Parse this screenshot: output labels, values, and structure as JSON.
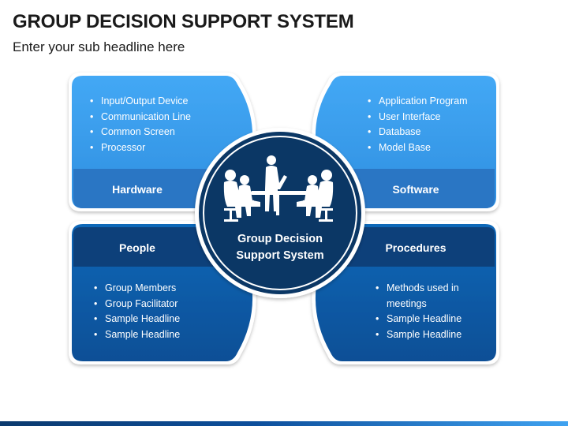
{
  "header": {
    "title": "GROUP DECISION SUPPORT SYSTEM",
    "subtitle": "Enter your sub headline here"
  },
  "center": {
    "line1": "Group Decision",
    "line2": "Support System",
    "icon": "meeting-people-icon"
  },
  "quadrants": {
    "hardware": {
      "label": "Hardware",
      "items": [
        "Input/Output Device",
        "Communication Line",
        "Common Screen",
        "Processor"
      ]
    },
    "software": {
      "label": "Software",
      "items": [
        "Application Program",
        "User Interface",
        "Database",
        "Model Base"
      ]
    },
    "people": {
      "label": "People",
      "items": [
        "Group Members",
        "Group Facilitator",
        "Sample Headline",
        "Sample Headline"
      ]
    },
    "procedures": {
      "label": "Procedures",
      "items": [
        "Methods used in",
        "meetings",
        "Sample Headline",
        "Sample Headline"
      ]
    }
  },
  "colors": {
    "top_light": "#3d9ff0",
    "top_band": "#2a76c4",
    "bottom_dark": "#0e5aa6",
    "bottom_band": "#0a3f7a",
    "circle": "#0b3765"
  }
}
